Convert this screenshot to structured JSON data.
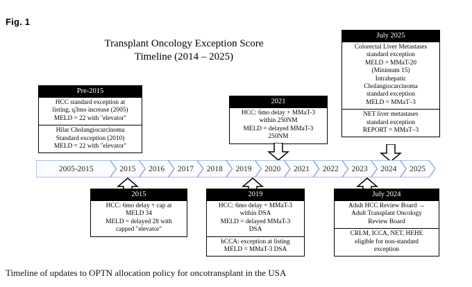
{
  "figure": {
    "label": "Fig. 1",
    "title_line1": "Transplant Oncology Exception Score",
    "title_line2": "Timeline (2014 – 2025)",
    "caption": "Timeline of updates to OPTN allocation policy for oncotransplant in the USA",
    "colors": {
      "timeline_border": "#8FA8D8",
      "timeline_fill": "#FAFCFF",
      "box_header_bg": "#000000",
      "box_header_fg": "#FFFFFF",
      "box_border": "#000000",
      "page_bg": "#FFFFFF"
    }
  },
  "timeline": {
    "name": "year-axis",
    "segments": [
      {
        "label": "2005-2015",
        "wide": true
      },
      {
        "label": "2015",
        "wide": false
      },
      {
        "label": "2016",
        "wide": false
      },
      {
        "label": "2017",
        "wide": false
      },
      {
        "label": "2018",
        "wide": false
      },
      {
        "label": "2019",
        "wide": false
      },
      {
        "label": "2020",
        "wide": false
      },
      {
        "label": "2021",
        "wide": false
      },
      {
        "label": "2022",
        "wide": false
      },
      {
        "label": "2023",
        "wide": false
      },
      {
        "label": "2024",
        "wide": false
      },
      {
        "label": "2025",
        "wide": false
      }
    ]
  },
  "boxes_above": [
    {
      "id": "pre-2015",
      "header": "Pre-2015",
      "sections": [
        {
          "lines": [
            "HCC standard exception at",
            "listing, q3mo increase (2005)",
            "MELD = 22 with \"elevator\""
          ]
        },
        {
          "lines": [
            "Hilar Cholangiocarcinoma",
            "Standard exception (2010)",
            "MELD = 22 with \"elevator\""
          ]
        }
      ],
      "connector": "none"
    },
    {
      "id": "2021",
      "header": "2021",
      "sections": [
        {
          "lines": [
            "HCC: 6mo delay + MMaT-3",
            "within 250NM",
            "MELD = delayed MMaT-3",
            "250NM"
          ]
        }
      ],
      "connector": "arrow-down"
    },
    {
      "id": "july-2025",
      "header": "July 2025",
      "sections": [
        {
          "lines": [
            "Colorectal Liver Metastases",
            "standard exception",
            "MELD = MMaT-20",
            "(Minimum 15)",
            "Intrahepatic",
            "Cholangiocarcinoma",
            "standard exception",
            "MELD = MMaT–3"
          ]
        },
        {
          "lines": [
            "NET liver metastases",
            "standard exception",
            "REPORT = MMaT–3"
          ]
        }
      ],
      "connector": "arrow-down"
    }
  ],
  "boxes_below": [
    {
      "id": "2015",
      "header": "2015",
      "sections": [
        {
          "lines": [
            "HCC: 6mo delay + cap at",
            "MELD 34",
            "MELD = delayed 28 with",
            "capped \"elevator\""
          ]
        }
      ],
      "connector": "arrow-up"
    },
    {
      "id": "2019",
      "header": "2019",
      "sections": [
        {
          "lines": [
            "HCC: 6mo delay + MMaT-3",
            "within DSA",
            "MELD = delayed MMaT-3",
            "DSA"
          ]
        },
        {
          "lines": [
            "hCCA: exception at listing",
            "MELD = MMaT-3 DSA"
          ]
        }
      ],
      "connector": "arrow-up"
    },
    {
      "id": "july-2024",
      "header": "July 2024",
      "sections": [
        {
          "lines": [
            "Adult HCC Review Board →",
            "Adult Transplant Oncology",
            "Review Board"
          ]
        },
        {
          "lines": [
            "CRLM, ICCA, NET, HEHE",
            "eligible for non-standard",
            "exception"
          ]
        }
      ],
      "connector": "arrow-up"
    }
  ]
}
